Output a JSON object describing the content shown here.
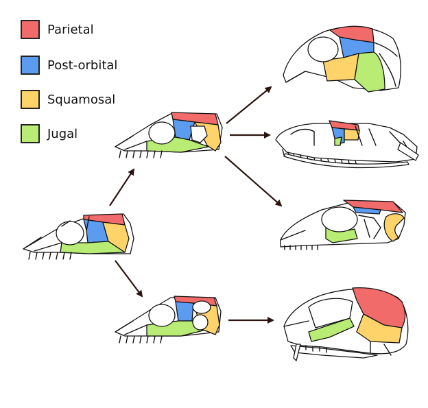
{
  "colors": {
    "parietal": "#f26b6b",
    "post_orbital": "#5b9bf0",
    "squamosal": "#fdd36a",
    "jugal": "#b8ec74",
    "outline": "#111111",
    "arrow": "#2a1410",
    "bone": "#ffffff"
  },
  "legend": [
    {
      "label": "Parietal",
      "color_key": "parietal"
    },
    {
      "label": "Post-orbital",
      "color_key": "post_orbital"
    },
    {
      "label": "Squamosal",
      "color_key": "squamosal"
    },
    {
      "label": "Jugal",
      "color_key": "jugal"
    }
  ],
  "nodes": [
    {
      "id": "ancestral-skull",
      "type": "diapsid ancestor"
    },
    {
      "id": "diapsid-skull",
      "type": "diapsid"
    },
    {
      "id": "synapsid-skull",
      "type": "synapsid"
    },
    {
      "id": "turtle-skull",
      "type": "turtle"
    },
    {
      "id": "snake-skull",
      "type": "snake"
    },
    {
      "id": "lizard-skull",
      "type": "lizard"
    },
    {
      "id": "mammal-skull",
      "type": "mammal"
    }
  ],
  "edges": [
    [
      "ancestral-skull",
      "diapsid-skull"
    ],
    [
      "ancestral-skull",
      "synapsid-skull"
    ],
    [
      "diapsid-skull",
      "turtle-skull"
    ],
    [
      "diapsid-skull",
      "snake-skull"
    ],
    [
      "diapsid-skull",
      "lizard-skull"
    ],
    [
      "synapsid-skull",
      "mammal-skull"
    ]
  ]
}
